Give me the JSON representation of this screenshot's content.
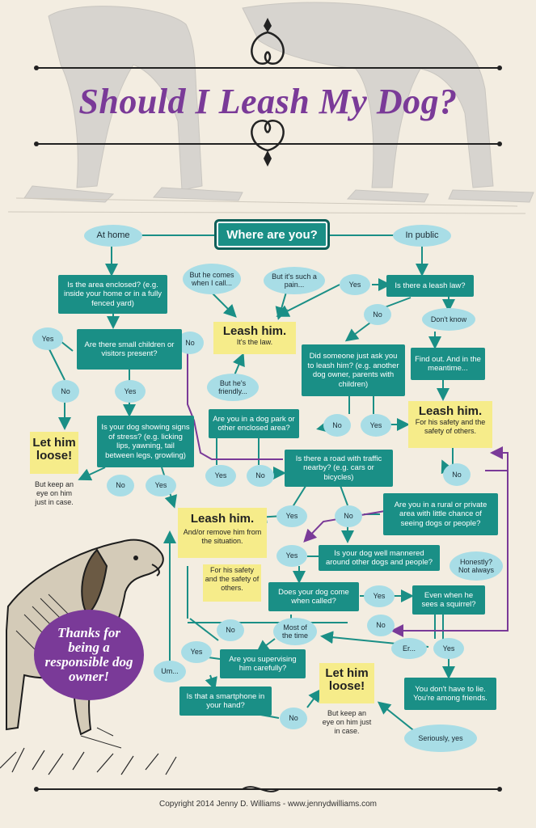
{
  "title": "Should I Leash My Dog?",
  "start": "Where are you?",
  "branches": {
    "home": "At home",
    "public": "In public"
  },
  "questions": {
    "area_enclosed": "Is the area enclosed? (e.g. inside your home or in a fully fenced yard)",
    "small_children": "Are there small children or visitors present?",
    "stress": "Is your dog showing signs of stress? (e.g. licking lips, yawning, tail between legs, growling)",
    "leash_law": "Is there a leash law?",
    "asked_to_leash": "Did someone just ask you to leash him? (e.g. another dog owner, parents with children)",
    "find_out": "Find out. And in the meantime...",
    "dog_park": "Are you in a dog park or other enclosed area?",
    "road_traffic": "Is there a road with traffic nearby? (e.g. cars or bicycles)",
    "rural": "Are you in a rural or private area with little chance of seeing dogs or people?",
    "well_mannered": "Is your dog well mannered around other dogs and people?",
    "come_when_called": "Does your dog come when called?",
    "squirrel": "Even when he sees a squirrel?",
    "supervising": "Are you supervising him carefully?",
    "smartphone": "Is that a smartphone in your hand?",
    "dont_lie": "You don't have to lie. You're among friends."
  },
  "bubbles": {
    "but_he_comes": "But he comes when I call...",
    "such_a_pain": "But it's such a pain...",
    "he_is_friendly": "But he's friendly...",
    "dont_know": "Don't know",
    "honestly": "Honestly? Not always",
    "most_of_time": "Most of the time",
    "er": "Er...",
    "um": "Um...",
    "seriously": "Seriously, yes",
    "yes": "Yes",
    "no": "No"
  },
  "outcomes": {
    "leash_law_head": "Leash him.",
    "leash_law_sub": "It's the law.",
    "leash_safety_head": "Leash him.",
    "leash_safety_sub": "For his safety and the safety of others.",
    "leash_remove_head": "Leash him.",
    "leash_remove_sub": "And/or remove him from the situation.",
    "leash_remove_note": "For his safety and the safety of others.",
    "loose1_head": "Let him loose!",
    "loose1_note": "But keep an eye on him just in case.",
    "loose2_head": "Let him loose!",
    "loose2_note": "But keep an eye on him just in case."
  },
  "thanks": "Thanks for being a responsible dog owner!",
  "copyright": "Copyright 2014 Jenny D. Williams - www.jennydwilliams.com",
  "colors": {
    "background": "#f3ede1",
    "teal": "#1a8f86",
    "bubble": "#a8dde6",
    "yellow": "#f6ec8a",
    "purple": "#7a3a98"
  }
}
